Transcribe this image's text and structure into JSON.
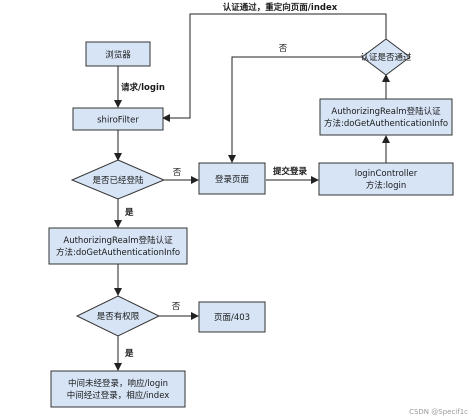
{
  "colors": {
    "node_fill": "#d6e4f5",
    "node_stroke": "#333333",
    "edge": "#222222"
  },
  "nodes": {
    "browser": "浏览器",
    "shiro_filter": "shiroFilter",
    "is_logged_in": "是否已经登陆",
    "login_page": "登录页面",
    "login_controller_line1": "loginController",
    "login_controller_line2": "方法:login",
    "realm_top_line1": "AuthorizingRealm登陆认证",
    "realm_top_line2": "方法:doGetAuthenticationInfo",
    "auth_passed": "认证是否通过",
    "realm_left_line1": "AuthorizingRealm登陆认证",
    "realm_left_line2": "方法:doGetAuthenticationInfo",
    "has_permission": "是否有权限",
    "page_403": "页面/403",
    "result_line1": "中间未经登录，响应/login",
    "result_line2": "中间经过登录，相应/index"
  },
  "edges": {
    "redirect_index": "认证通过，重定向页面/index",
    "request_login": "请求/login",
    "no_auth": "否",
    "no_logged": "否",
    "submit_login": "提交登录",
    "yes_logged": "是",
    "no_permission": "否",
    "yes_permission": "是"
  },
  "watermark": "CSDN @Specif1c"
}
